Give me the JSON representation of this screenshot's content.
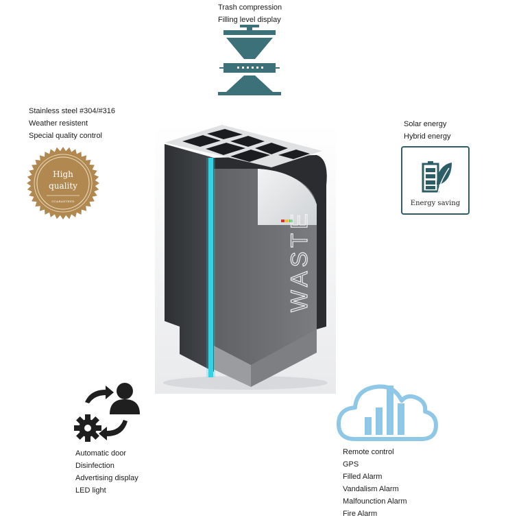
{
  "top_features": [
    "Trash compression",
    "Filling level display"
  ],
  "steel_features": [
    "Stainless steel #304/#316",
    "Weather resistent",
    "Special quality control"
  ],
  "seal": {
    "line1": "High",
    "line2": "quality",
    "line3": "GUARANTEED"
  },
  "solar_features": [
    "Solar energy",
    "Hybrid energy"
  ],
  "energy_card": {
    "label": "Energy saving"
  },
  "product": {
    "label": "WASTE"
  },
  "door_features": [
    "Automatic door",
    "Disinfection",
    "Advertising display",
    "LED light"
  ],
  "remote_features": [
    "Remote control",
    "GPS",
    "Filled Alarm",
    "Vandalism Alarm",
    "Malfounction Alarm",
    "Fire Alarm"
  ],
  "colors": {
    "teal": "#3d7179",
    "gold": "#b08850",
    "cloud": "#8fc8e6",
    "led": "#2fd5e8",
    "icon_dark": "#1f1f1f"
  }
}
